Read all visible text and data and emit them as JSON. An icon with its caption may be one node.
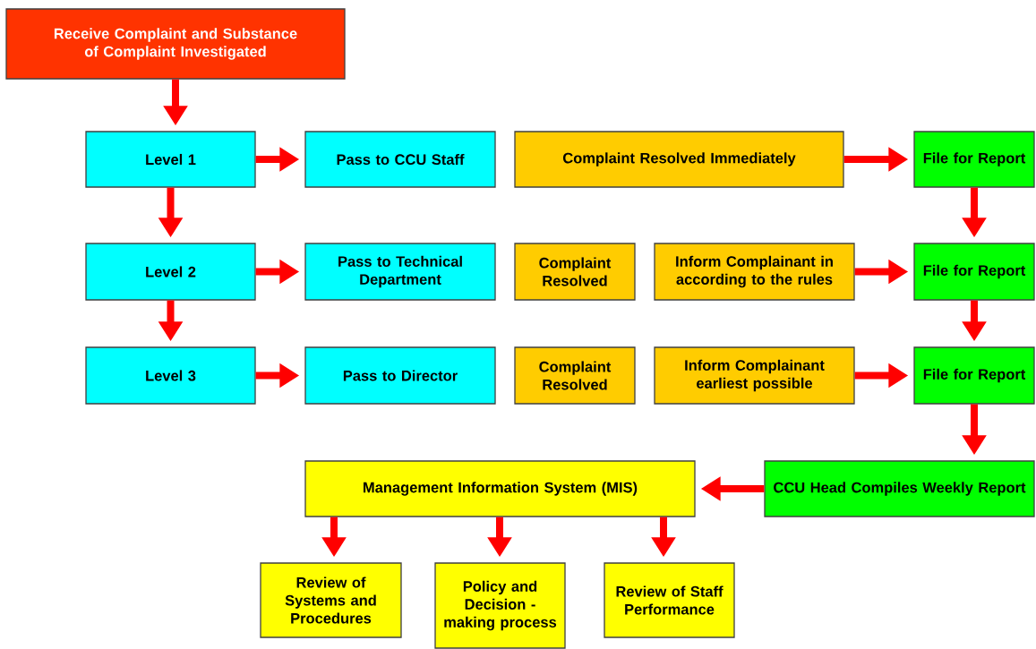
{
  "diagram": {
    "nodes": [
      {
        "text": [
          "Receive Complaint and Substance of Complaint Investigated"
        ]
      },
      {
        "text": [
          "Level 1"
        ]
      },
      {
        "text": [
          "Pass to CCU Staff"
        ]
      },
      {
        "text": [
          "Complaint Resolved Immediately"
        ]
      },
      {
        "text": [
          "File for Report"
        ]
      },
      {
        "text": [
          "Level 2"
        ]
      },
      {
        "text": [
          "Pass to Technical Department"
        ]
      },
      {
        "text": [
          "Complaint Resolved"
        ]
      },
      {
        "text": [
          "Inform Complainant in according to the rules"
        ]
      },
      {
        "text": [
          "File for Report"
        ]
      },
      {
        "text": [
          "Level 3"
        ]
      },
      {
        "text": [
          "Pass to Director"
        ]
      },
      {
        "text": [
          "Complaint Resolved"
        ]
      },
      {
        "text": [
          "Inform Complainant earliest possible"
        ]
      },
      {
        "text": [
          "File for Report"
        ]
      },
      {
        "text": [
          "CCU Head Compiles Weekly Report"
        ]
      },
      {
        "text": [
          "Management Information System (MIS)"
        ]
      },
      {
        "text": [
          "Review of Systems and Procedures"
        ]
      },
      {
        "text": [
          "Policy and Decision - making process"
        ]
      },
      {
        "text": [
          "Review of Staff Performance"
        ]
      }
    ],
    "edges": [
      {
        "from": 0,
        "to": 1,
        "arrow": "to"
      },
      {
        "from": 1,
        "to": 2,
        "arrow": "to"
      },
      {
        "from": 1,
        "to": 5,
        "arrow": "to"
      },
      {
        "from": 3,
        "to": 4,
        "arrow": "to"
      },
      {
        "from": 4,
        "to": 9,
        "arrow": "to"
      },
      {
        "from": 5,
        "to": 6,
        "arrow": "to"
      },
      {
        "from": 5,
        "to": 10,
        "arrow": "to"
      },
      {
        "from": 8,
        "to": 9,
        "arrow": "to"
      },
      {
        "from": 9,
        "to": 14,
        "arrow": "to"
      },
      {
        "from": 10,
        "to": 11,
        "arrow": "to"
      },
      {
        "from": 13,
        "to": 14,
        "arrow": "to"
      },
      {
        "from": 14,
        "to": 15,
        "arrow": "to"
      },
      {
        "from": 15,
        "to": 16,
        "arrow": "to"
      },
      {
        "from": 16,
        "to": 17,
        "arrow": "to"
      },
      {
        "from": 16,
        "to": 18,
        "arrow": "to"
      },
      {
        "from": 16,
        "to": 19,
        "arrow": "to"
      }
    ]
  }
}
